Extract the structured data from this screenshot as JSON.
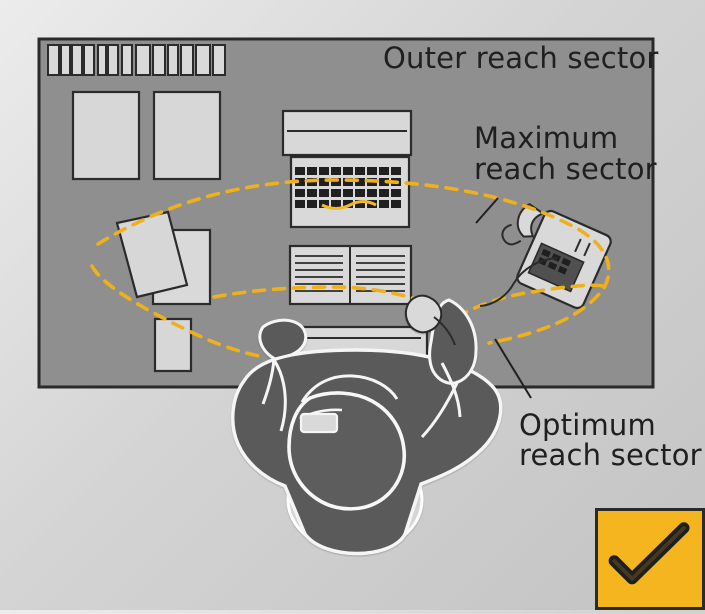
{
  "labels": {
    "outer_reach": "Outer reach sector",
    "maximum_reach": "Maximum\nreach sector",
    "optimum_reach": "Optimum\nreach sector"
  },
  "colors": {
    "background": "#d7d7d7",
    "desk": "#8f8f8f",
    "object_fill": "#d8d8d8",
    "person": "#5a5a5a",
    "outline": "#f2f2f2",
    "reach_sector": "#efb11b",
    "badge": "#f5b51f"
  },
  "icons": {
    "check": "checkmark-icon"
  }
}
